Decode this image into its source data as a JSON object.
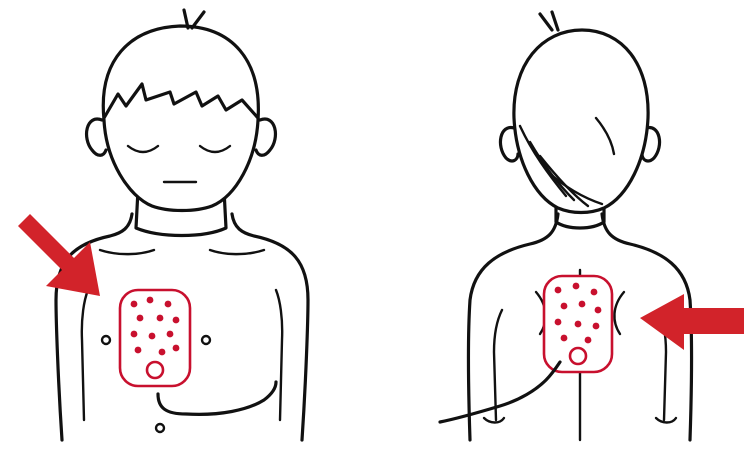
{
  "figures": [
    {
      "view": "front",
      "pad": "chest-pad",
      "arrow": "arrow-down-right"
    },
    {
      "view": "back",
      "pad": "back-pad",
      "arrow": "arrow-left"
    }
  ],
  "colors": {
    "outline": "#111111",
    "pad": "#c8102e",
    "arrow": "#d2232a",
    "background": "#ffffff"
  },
  "icons": [
    "chest-pad-icon",
    "back-pad-icon",
    "arrow-down-right-icon",
    "arrow-left-icon",
    "cable-icon"
  ]
}
